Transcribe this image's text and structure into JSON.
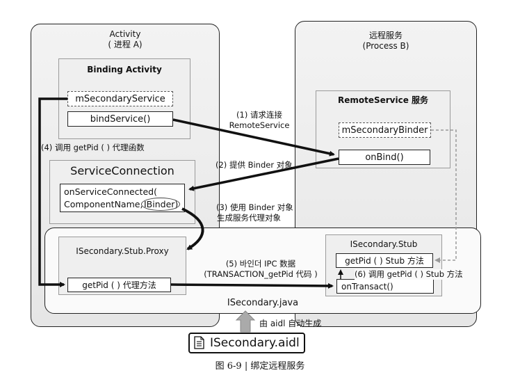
{
  "activity": {
    "title": "Activity",
    "subtitle": "( 进程 A)"
  },
  "remote": {
    "title": "远程服务",
    "subtitle": "(Process B)"
  },
  "binding_activity": {
    "title": "Binding Activity",
    "m_secondary_service": "mSecondaryService",
    "bind_service": "bindService()"
  },
  "remote_service": {
    "title": "RemoteService 服务",
    "m_secondary_binder": "mSecondaryBinder",
    "on_bind": "onBind()"
  },
  "service_connection": {
    "title": "ServiceConnection",
    "line1": "onServiceConnected(",
    "line2": "ComponentName,",
    "ibinder": "IBinder)"
  },
  "isecondary_java": {
    "label": "ISecondary.java"
  },
  "proxy": {
    "title": "ISecondary.Stub.Proxy",
    "get_pid": "getPid ( ) 代理方法"
  },
  "stub": {
    "title": "ISecondary.Stub",
    "get_pid": "getPid ( ) Stub 方法",
    "on_transact": "onTransact()"
  },
  "steps": {
    "s1_line1": "(1) 请求连接",
    "s1_line2": "RemoteService",
    "s2": "(2) 提供 Binder 对象",
    "s3_line1": "(3) 使用 Binder 对象",
    "s3_line2": "生成服务代理对象",
    "s4": "(4) 调用 getPid ( ) 代理函数",
    "s5_line1": "(5) 바인더 IPC 数据",
    "s5_line2": "(TRANSACTION_getPid 代码 )",
    "s6": "(6) 调用 getPid ( ) Stub 方法"
  },
  "aidl": {
    "file": "ISecondary.aidl",
    "auto_gen": "由 aidl 自动生成",
    "icon": "document-icon"
  },
  "caption": "图 6-9 | 绑定远程服务"
}
